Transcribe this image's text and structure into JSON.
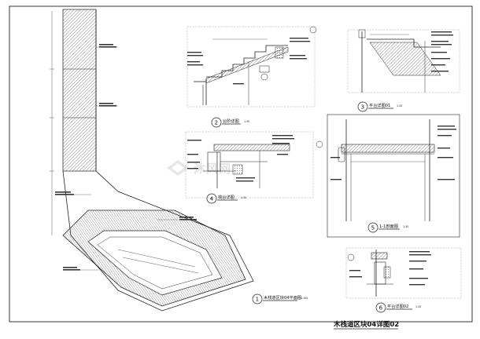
{
  "sheet_title": "木栈道区块04详图02",
  "watermark": "沐风网",
  "details": [
    {
      "num": "1",
      "title": "木栈道区块04平面图",
      "scale": "1:100"
    },
    {
      "num": "2",
      "title": "台阶详图",
      "scale": "1:30"
    },
    {
      "num": "3",
      "title": "平台详图01",
      "scale": "1:20"
    },
    {
      "num": "4",
      "title": "栈台详图",
      "scale": "1:30"
    },
    {
      "num": "5",
      "title": "1-1剖面图",
      "scale": "1:30"
    },
    {
      "num": "6",
      "title": "平台详图02",
      "scale": "1:20"
    }
  ]
}
